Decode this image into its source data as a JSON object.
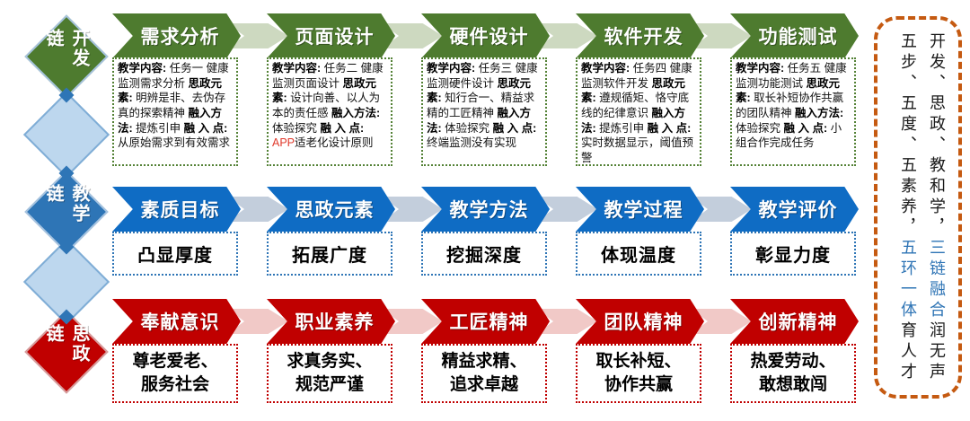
{
  "colors": {
    "dev_chain_green": "#4e7b2f",
    "teach_chain_blue": "#0f6cc4",
    "ideo_chain_red": "#c00000",
    "connector_green": "#cdd9c0",
    "connector_blue": "#c3cedc",
    "connector_red": "#f1c9c7",
    "panel_border_orange": "#c55a11",
    "panel_highlight_blue": "#2e74b5",
    "app_highlight_red": "#e0392b",
    "light_diamond_blue": "#bdd7ee"
  },
  "chains": {
    "dev": {
      "label": "开发链",
      "steps": [
        {
          "title": "需求分析",
          "content_label": "教学内容:",
          "content": " 任务一 健康监测需求分析",
          "element_label": "思政元素:",
          "element": " 明辨是非、去伪存真的探索精神",
          "method_label": "融入方法:",
          "method": " 提炼引申",
          "point_label": "融 入 点:",
          "point": " 从原始需求到有效需求"
        },
        {
          "title": "页面设计",
          "content_label": "教学内容:",
          "content": " 任务二 健康监测页面设计",
          "element_label": "思政元素:",
          "element": " 设计向善、以人为本的责任感",
          "method_label": "融入方法:",
          "method": " 体验探究",
          "point_label": "融 入 点:",
          "point_red": " APP",
          "point": "适老化设计原则"
        },
        {
          "title": "硬件设计",
          "content_label": "教学内容:",
          "content": " 任务三 健康监测硬件设计",
          "element_label": "思政元素:",
          "element": " 知行合一、精益求精的工匠精神",
          "method_label": "融入方法:",
          "method": " 体验探究",
          "point_label": "融 入 点:",
          "point": " 终端监测没有实现"
        },
        {
          "title": "软件开发",
          "content_label": "教学内容:",
          "content": " 任务四 健康监测软件开发",
          "element_label": "思政元素:",
          "element": " 遵规循矩、恪守底线的纪律意识",
          "method_label": "融入方法:",
          "method": " 提炼引申",
          "point_label": "融 入 点:",
          "point": " 实时数据显示，阈值预警"
        },
        {
          "title": "功能测试",
          "content_label": "教学内容:",
          "content": " 任务五 健康监测功能测试",
          "element_label": "思政元素:",
          "element": " 取长补短协作共赢的团队精神",
          "method_label": "融入方法:",
          "method": " 体验探究",
          "point_label": "融 入 点:",
          "point": " 小组合作完成任务"
        }
      ]
    },
    "teach": {
      "label": "教学链",
      "steps": [
        {
          "title": "素质目标",
          "degree": "凸显厚度"
        },
        {
          "title": "思政元素",
          "degree": "拓展广度"
        },
        {
          "title": "教学方法",
          "degree": "挖掘深度"
        },
        {
          "title": "教学过程",
          "degree": "体现温度"
        },
        {
          "title": "教学评价",
          "degree": "彰显力度"
        }
      ]
    },
    "ideo": {
      "label": "思政链",
      "steps": [
        {
          "title": "奉献意识",
          "line1": "尊老爱老、",
          "line2": "服务社会"
        },
        {
          "title": "职业素养",
          "line1": "求真务实、",
          "line2": "规范严谨"
        },
        {
          "title": "工匠精神",
          "line1": "精益求精、",
          "line2": "追求卓越"
        },
        {
          "title": "团队精神",
          "line1": "取长补短、",
          "line2": "协作共赢"
        },
        {
          "title": "创新精神",
          "line1": "热爱劳动、",
          "line2": "敢想敢闯"
        }
      ]
    }
  },
  "panel": {
    "col1_a": "开发、思政、教和学，",
    "col1_blue": "三链融合",
    "col1_b": "润无声",
    "col2_a": "五步、五度、五素养，",
    "col2_blue": "五环一体",
    "col2_b": "育人才"
  }
}
